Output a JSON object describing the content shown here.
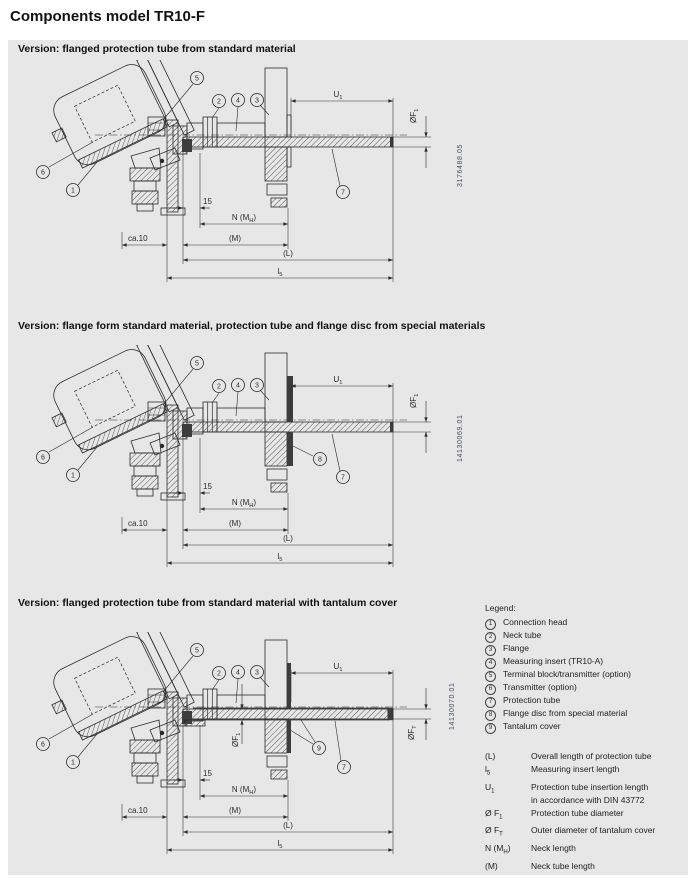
{
  "page": {
    "title": "Components model TR10-F"
  },
  "panel": {
    "sections": [
      {
        "heading": "Version: flanged protection tube from standard material",
        "drawing_id": "3176488.05",
        "variant": 1
      },
      {
        "heading": "Version: flange form standard material, protection tube and flange disc from special materials",
        "drawing_id": "14130069.01",
        "variant": 2
      },
      {
        "heading": "Version: flanged protection tube from standard material with tantalum cover",
        "drawing_id": "14130070.01",
        "variant": 3
      }
    ],
    "callouts": [
      "1",
      "2",
      "3",
      "4",
      "5",
      "6",
      "7",
      "8",
      "9"
    ],
    "dim_labels": {
      "u1": [
        [
          "U"
        ],
        [
          "1",
          "s"
        ]
      ],
      "f1": [
        [
          "ØF"
        ],
        [
          "1",
          "s"
        ]
      ],
      "ft": [
        [
          "ØF"
        ],
        [
          "T",
          "s"
        ]
      ],
      "fifteen": [
        [
          "15"
        ]
      ],
      "n_mh": [
        [
          "N (M"
        ],
        [
          "H",
          "s"
        ],
        [
          ")"
        ]
      ],
      "m": [
        [
          "(M)"
        ]
      ],
      "l": [
        [
          "(L)"
        ]
      ],
      "l5": [
        [
          "l"
        ],
        [
          "5",
          "s"
        ]
      ],
      "ca10": [
        [
          "ca.10"
        ]
      ]
    },
    "legend": {
      "title": "Legend:",
      "items": [
        {
          "num": "1",
          "label": "Connection head"
        },
        {
          "num": "2",
          "label": "Neck tube"
        },
        {
          "num": "3",
          "label": "Flange"
        },
        {
          "num": "4",
          "label": "Measuring insert (TR10-A)"
        },
        {
          "num": "5",
          "label": "Terminal block/transmitter (option)"
        },
        {
          "num": "6",
          "label": "Transmitter (option)"
        },
        {
          "num": "7",
          "label": "Protection tube"
        },
        {
          "num": "8",
          "label": "Flange disc from special material"
        },
        {
          "num": "9",
          "label": "Tantalum cover"
        }
      ]
    },
    "dim_legend": [
      {
        "sym": [
          [
            "(L)"
          ]
        ],
        "lines": [
          "Overall length of protection tube"
        ]
      },
      {
        "sym": [
          [
            "l"
          ],
          [
            "5",
            "s"
          ]
        ],
        "lines": [
          "Measuring insert length"
        ]
      },
      {
        "sym": [
          [
            "U"
          ],
          [
            "1",
            "s"
          ]
        ],
        "lines": [
          "Protection tube insertion length",
          "in accordance with DIN 43772"
        ]
      },
      {
        "sym": [
          [
            "Ø F"
          ],
          [
            "1",
            "s"
          ]
        ],
        "lines": [
          "Protection tube diameter"
        ]
      },
      {
        "sym": [
          [
            "Ø F"
          ],
          [
            "T",
            "s"
          ]
        ],
        "lines": [
          "Outer diameter of tantalum cover"
        ]
      },
      {
        "sym": [
          [
            "N (M"
          ],
          [
            "H",
            "s"
          ],
          [
            ")"
          ]
        ],
        "lines": [
          "Neck length"
        ]
      },
      {
        "sym": [
          [
            "(M)"
          ]
        ],
        "lines": [
          "Neck tube length"
        ]
      }
    ],
    "colors": {
      "panel_bg": "#e7e7e8",
      "line": "#2b2b2b",
      "dark_fill": "#3d3d3d",
      "id_text": "#4a4f57"
    }
  }
}
